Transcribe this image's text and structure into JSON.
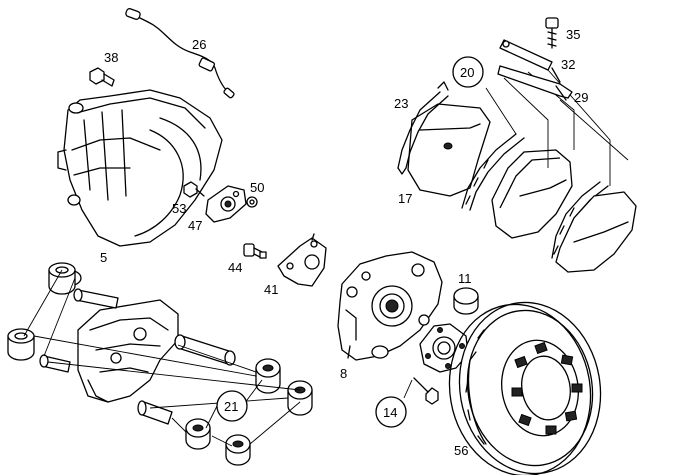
{
  "part_labels": [
    {
      "id": "p5",
      "text": "5"
    },
    {
      "id": "p8",
      "text": "8"
    },
    {
      "id": "p11",
      "text": "11"
    },
    {
      "id": "p14",
      "text": "14",
      "circled": true
    },
    {
      "id": "p17",
      "text": "17"
    },
    {
      "id": "p20",
      "text": "20",
      "circled": true
    },
    {
      "id": "p21",
      "text": "21",
      "circled": true
    },
    {
      "id": "p23",
      "text": "23"
    },
    {
      "id": "p26",
      "text": "26"
    },
    {
      "id": "p29",
      "text": "29"
    },
    {
      "id": "p32",
      "text": "32"
    },
    {
      "id": "p35",
      "text": "35"
    },
    {
      "id": "p38",
      "text": "38"
    },
    {
      "id": "p41",
      "text": "41"
    },
    {
      "id": "p44",
      "text": "44"
    },
    {
      "id": "p47",
      "text": "47"
    },
    {
      "id": "p50",
      "text": "50"
    },
    {
      "id": "p53",
      "text": "53"
    },
    {
      "id": "p56",
      "text": "56"
    }
  ],
  "colors": {
    "line": "#000000",
    "background": "#ffffff"
  }
}
